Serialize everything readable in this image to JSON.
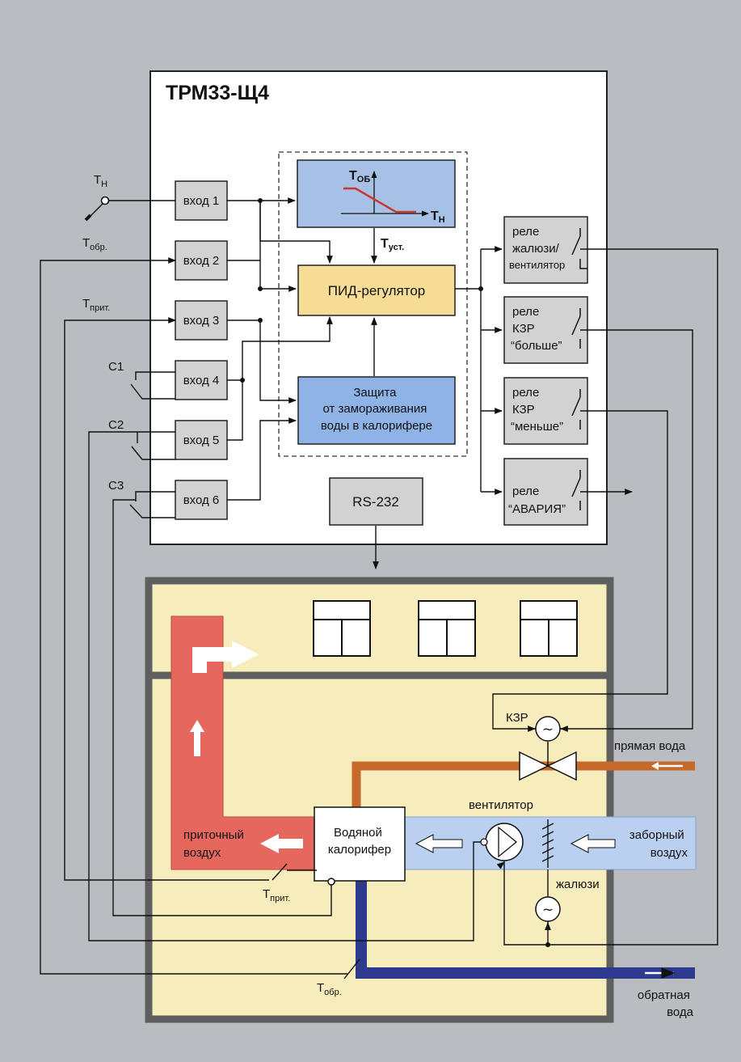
{
  "device_title": "ТРМ33-Щ4",
  "sensors": {
    "t_out": {
      "main": "Т",
      "sub": "Н"
    },
    "t_ret_top": {
      "main": "Т",
      "sub": "обр."
    },
    "t_sup_top": {
      "main": "Т",
      "sub": "прит."
    },
    "t_sup_bot": {
      "main": "Т",
      "sub": "прит."
    },
    "t_ret_bot": {
      "main": "Т",
      "sub": "обр."
    },
    "c1": "С1",
    "c2": "С2",
    "c3": "С3"
  },
  "inputs": [
    "вход 1",
    "вход 2",
    "вход 3",
    "вход 4",
    "вход 5",
    "вход 6"
  ],
  "curve": {
    "y_main": "Т",
    "y_sub": "ОБ",
    "x_main": "Т",
    "x_sub": "Н"
  },
  "t_set": {
    "main": "Т",
    "sub": "уст."
  },
  "pid": "ПИД-регулятор",
  "protection": [
    "Защита",
    "от замораживания",
    "воды в калорифере"
  ],
  "rs232": "RS-232",
  "relays": [
    [
      "реле",
      "жалюзи/",
      "вентилятор"
    ],
    [
      "реле",
      "КЗР",
      "“больше”"
    ],
    [
      "реле",
      "КЗР",
      "“меньше”"
    ],
    [
      "реле",
      "“АВАРИЯ”"
    ]
  ],
  "plant": {
    "kzr": "КЗР",
    "direct_water": "прямая вода",
    "fan": "вентилятор",
    "supply_air": [
      "приточный",
      "воздух"
    ],
    "heater": [
      "Водяной",
      "калорифер"
    ],
    "intake_air": [
      "заборный",
      "воздух"
    ],
    "shutters": "жалюзи",
    "return_water": [
      "обратная",
      "вода"
    ]
  }
}
